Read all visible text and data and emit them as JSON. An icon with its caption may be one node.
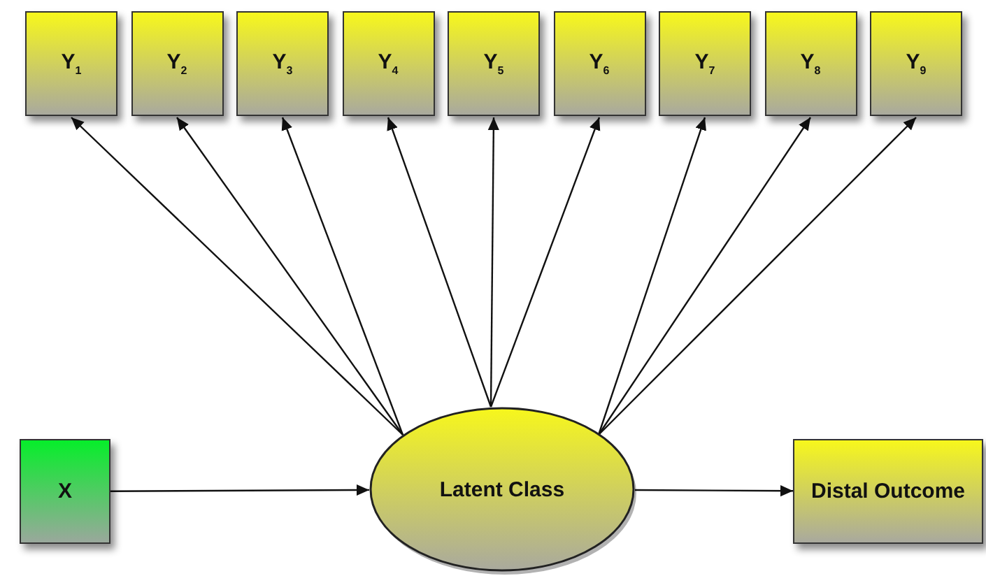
{
  "diagram": {
    "nodes": [
      {
        "text": [
          "Y$_{1}$"
        ]
      },
      {
        "text": [
          "Y$_{2}$"
        ]
      },
      {
        "text": [
          "Y$_{3}$"
        ]
      },
      {
        "text": [
          "Y$_{4}$"
        ]
      },
      {
        "text": [
          "Y$_{5}$"
        ]
      },
      {
        "text": [
          "Y$_{6}$"
        ]
      },
      {
        "text": [
          "Y$_{7}$"
        ]
      },
      {
        "text": [
          "Y$_{8}$"
        ]
      },
      {
        "text": [
          "Y$_{9}$"
        ]
      },
      {
        "text": [
          "X"
        ]
      },
      {
        "text": [
          "Latent Class"
        ]
      },
      {
        "text": [
          "Distal Outcome"
        ]
      }
    ],
    "edges": [
      {
        "from": 10,
        "to": 0,
        "arrow": "to"
      },
      {
        "from": 10,
        "to": 1,
        "arrow": "to"
      },
      {
        "from": 10,
        "to": 2,
        "arrow": "to"
      },
      {
        "from": 10,
        "to": 3,
        "arrow": "to"
      },
      {
        "from": 10,
        "to": 4,
        "arrow": "to"
      },
      {
        "from": 10,
        "to": 5,
        "arrow": "to"
      },
      {
        "from": 10,
        "to": 6,
        "arrow": "to"
      },
      {
        "from": 10,
        "to": 7,
        "arrow": "to"
      },
      {
        "from": 10,
        "to": 8,
        "arrow": "to"
      },
      {
        "from": 9,
        "to": 10,
        "arrow": "to"
      },
      {
        "from": 10,
        "to": 11,
        "arrow": "to"
      }
    ]
  }
}
